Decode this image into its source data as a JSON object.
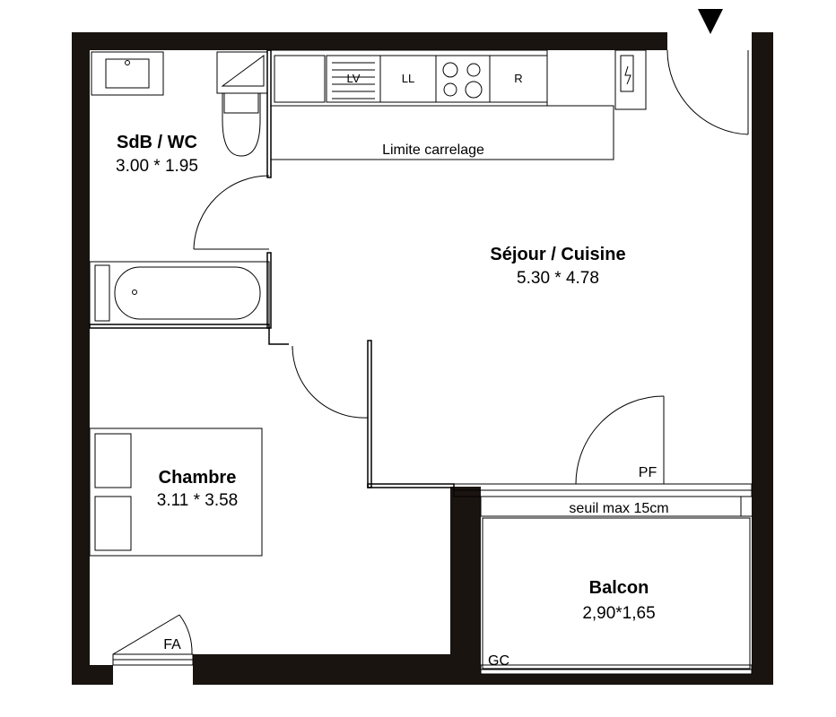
{
  "rooms": {
    "sdb_wc": {
      "name": "SdB / WC",
      "dims": "3.00 * 1.95"
    },
    "sejour_cuisine": {
      "name": "Séjour / Cuisine",
      "dims": "5.30 * 4.78"
    },
    "chambre": {
      "name": "Chambre",
      "dims": "3.11 * 3.58"
    },
    "balcon": {
      "name": "Balcon",
      "dims": "2,90*1,65"
    }
  },
  "labels": {
    "limite_carrelage": "Limite carrelage",
    "seuil": "seuil max 15cm",
    "pf": "PF",
    "fa": "FA",
    "gc": "GC"
  },
  "kitchen": {
    "lv": "LV",
    "ll": "LL",
    "r": "R"
  },
  "colors": {
    "wall": "#1a1410",
    "line": "#000000"
  }
}
